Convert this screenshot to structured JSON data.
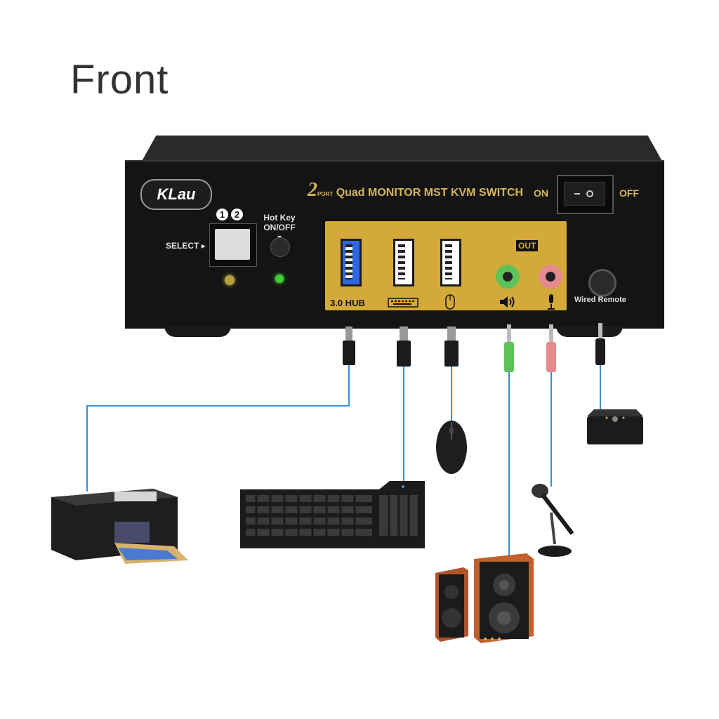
{
  "title": "Front",
  "brand": {
    "logo_text": "KLau",
    "model_number": "2",
    "model_port": "PORT",
    "model_text": "Quad MONITOR MST KVM SWITCH"
  },
  "controls": {
    "port_1": "1",
    "port_2": "2",
    "select_label": "SELECT",
    "hotkey_label_line1": "Hot Key",
    "hotkey_label_line2": "ON/OFF",
    "power_on": "ON",
    "power_off": "OFF"
  },
  "ports": {
    "hub_label": "3.0 HUB",
    "out_label": "OUT",
    "wired_remote_label": "Wired Remote"
  },
  "colors": {
    "panel_gold": "#d3a93a",
    "box_black": "#141414",
    "wire_blue": "#3a8fd6",
    "audio_green": "#5fc259",
    "audio_pink": "#e58a8f",
    "usb3_blue": "#2f67e3"
  },
  "devices": [
    "printer",
    "keyboard",
    "mouse",
    "speakers",
    "microphone",
    "wired-remote"
  ]
}
